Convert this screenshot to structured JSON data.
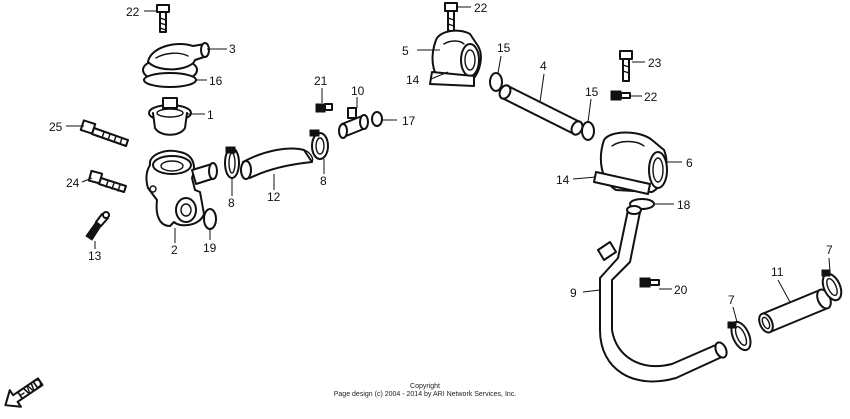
{
  "callouts": [
    "1",
    "2",
    "3",
    "4",
    "5",
    "6",
    "7",
    "8",
    "9",
    "10",
    "11",
    "12",
    "13",
    "14",
    "15",
    "16",
    "17",
    "18",
    "19",
    "20",
    "21",
    "22",
    "23",
    "24",
    "25"
  ],
  "fwd_label": "FWD",
  "copyright": {
    "line1": "Copyright",
    "line2": "Page design (c) 2004 - 2014 by ARI Network Services, Inc."
  }
}
